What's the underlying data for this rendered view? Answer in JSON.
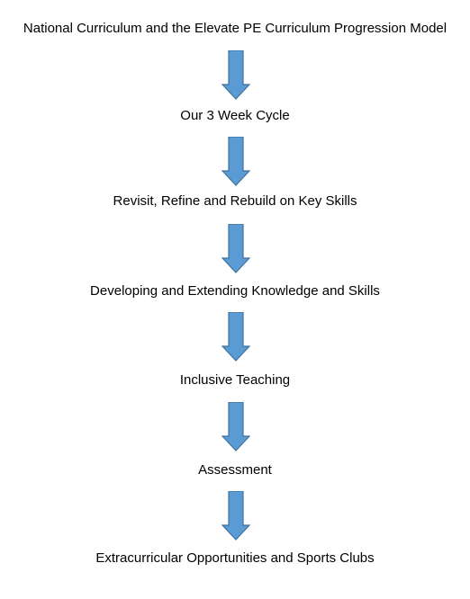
{
  "diagram": {
    "steps": [
      "National Curriculum and the Elevate PE Curriculum Progression Model",
      "Our 3 Week Cycle",
      "Revisit, Refine and Rebuild on Key Skills",
      "Developing and Extending Knowledge and Skills",
      "Inclusive Teaching",
      "Assessment",
      "Extracurricular Opportunities and Sports Clubs"
    ],
    "colors": {
      "arrow_fill": "#5b9bd5",
      "arrow_stroke": "#41719c",
      "text": "#000000",
      "background": "#ffffff"
    }
  }
}
